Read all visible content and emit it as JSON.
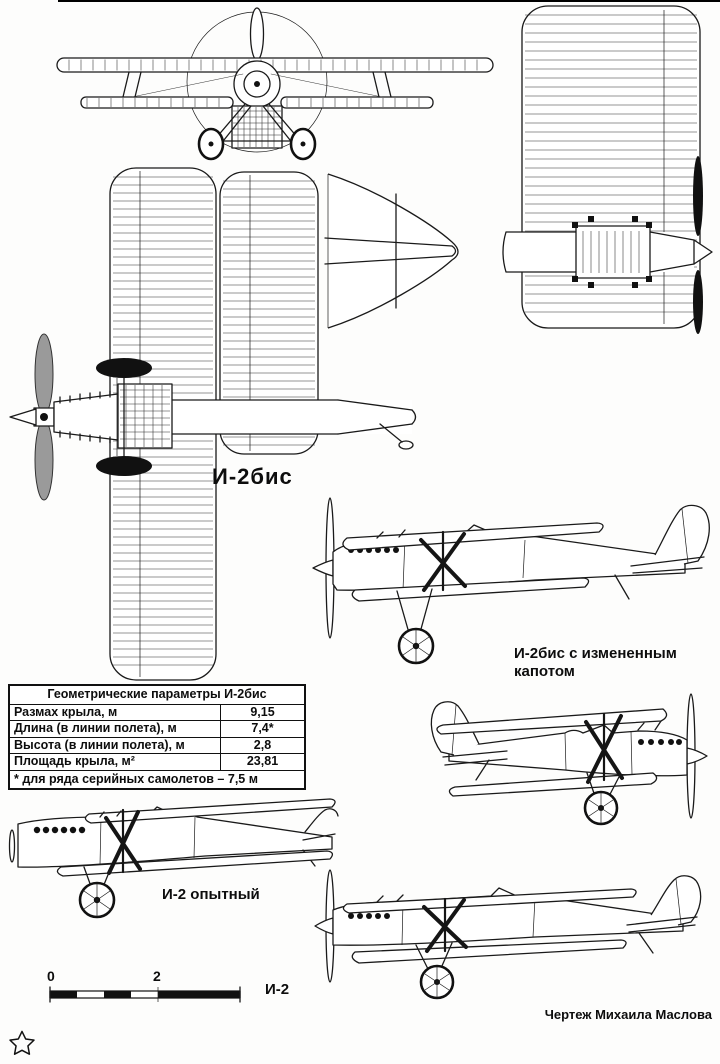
{
  "labels": {
    "main": "И-2бис",
    "variant_line1": "И-2бис  с измененным",
    "variant_line2": "капотом",
    "prototype": "И-2 опытный",
    "i2": "И-2",
    "credit": "Чертеж Михаила Маслова"
  },
  "table": {
    "title": "Геометрические параметры И-2бис",
    "rows": [
      {
        "param": "Размах крыла, м",
        "value": "9,15"
      },
      {
        "param": "Длина (в линии полета), м",
        "value": "7,4*"
      },
      {
        "param": "Высота (в линии полета), м",
        "value": "2,8"
      },
      {
        "param": "Площадь крыла, м²",
        "value": "23,81"
      }
    ],
    "footnote": "* для ряда серийных самолетов – 7,5 м"
  },
  "scale": {
    "zero": "0",
    "two": "2"
  }
}
